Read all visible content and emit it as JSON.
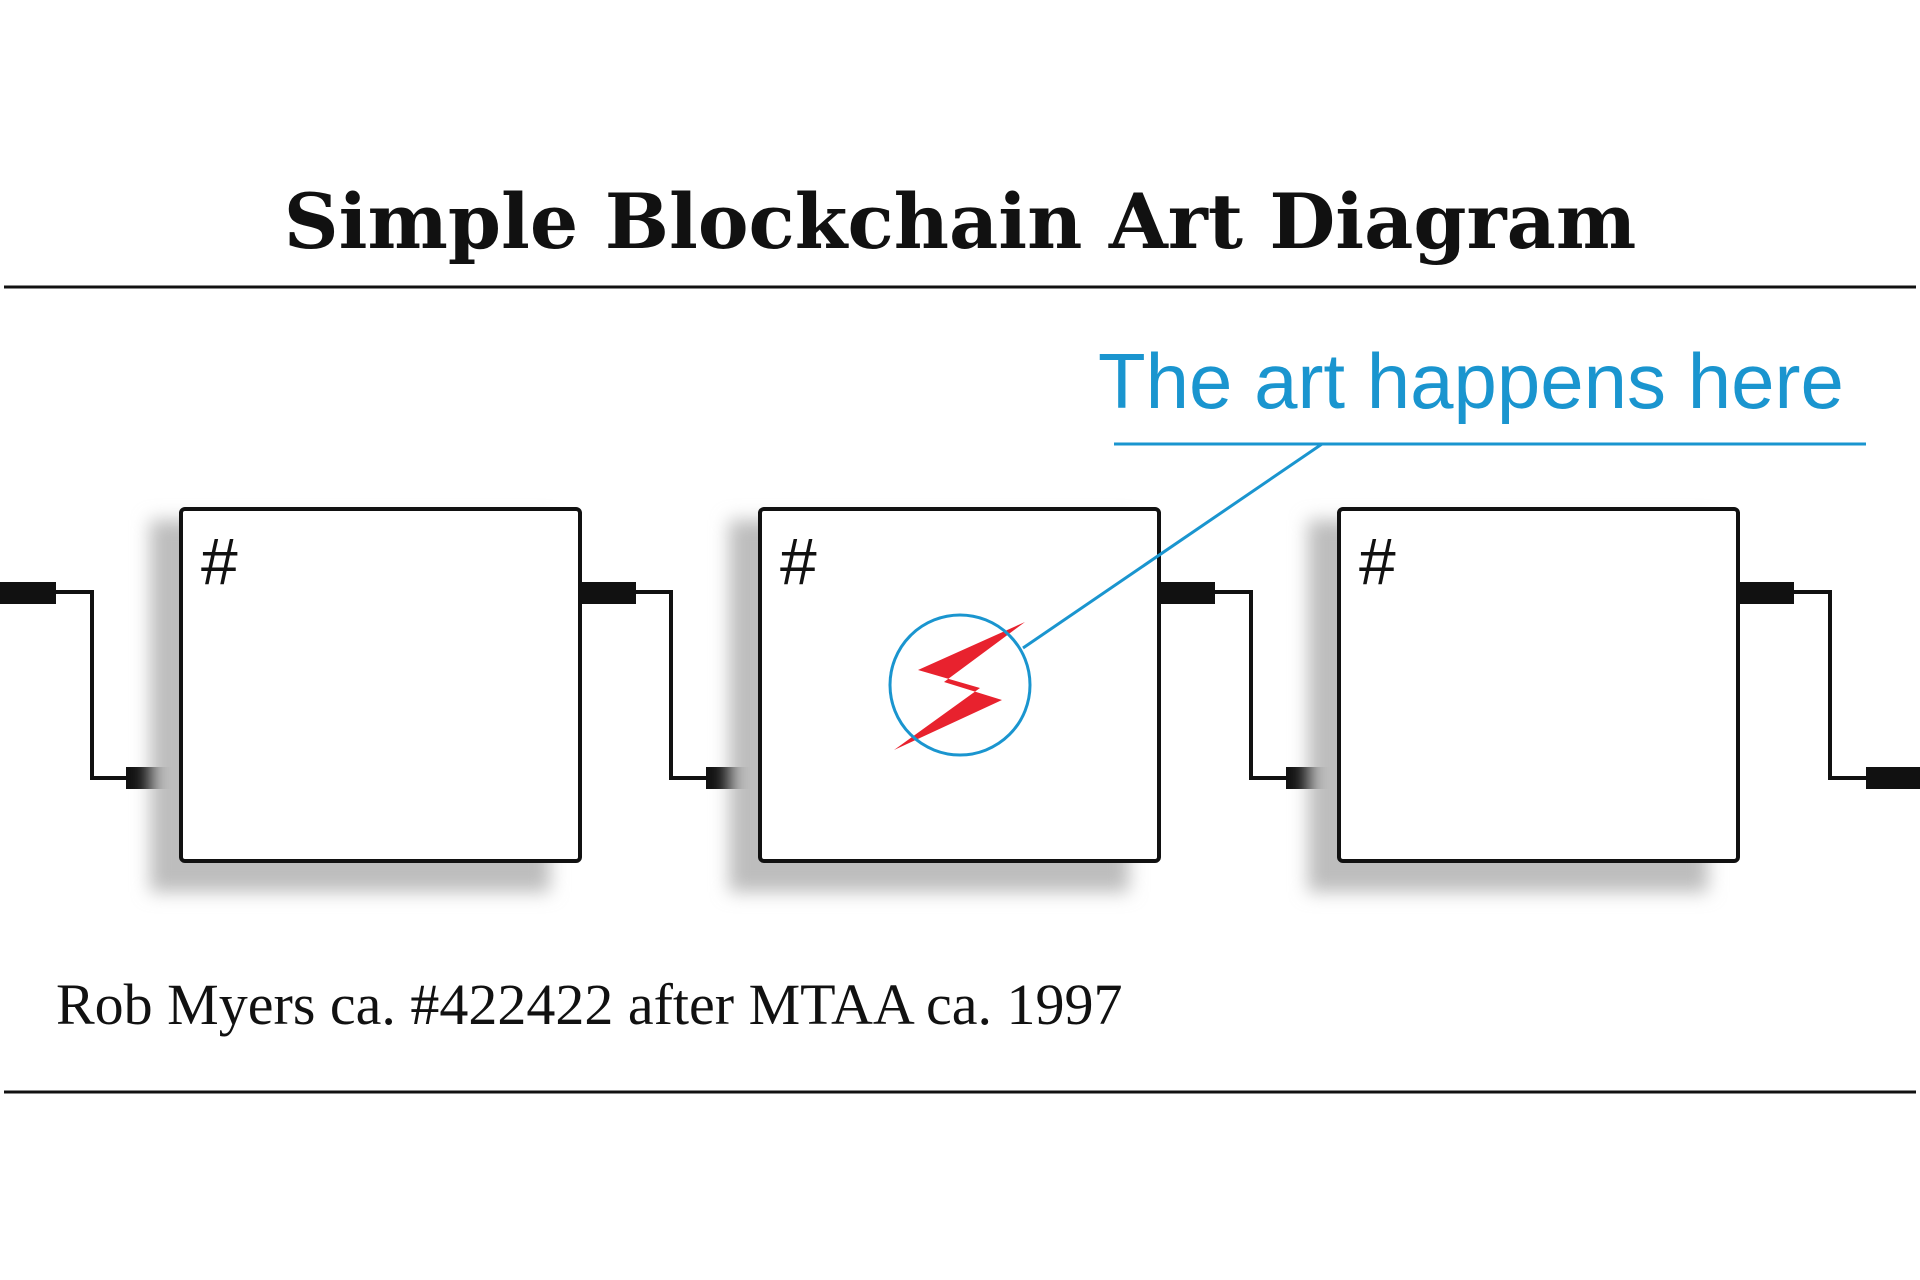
{
  "title": "Simple Blockchain Art Diagram",
  "blocks": [
    {
      "hash_label": "#",
      "has_art": false
    },
    {
      "hash_label": "#",
      "has_art": true
    },
    {
      "hash_label": "#",
      "has_art": false
    }
  ],
  "callout": {
    "text": "The art happens here"
  },
  "caption": "Rob Myers ca. #422422 after MTAA ca. 1997",
  "colors": {
    "ink": "#111111",
    "callout": "#1a95cf",
    "lightning": "#e8222e",
    "shadow": "#bdbdbd"
  }
}
